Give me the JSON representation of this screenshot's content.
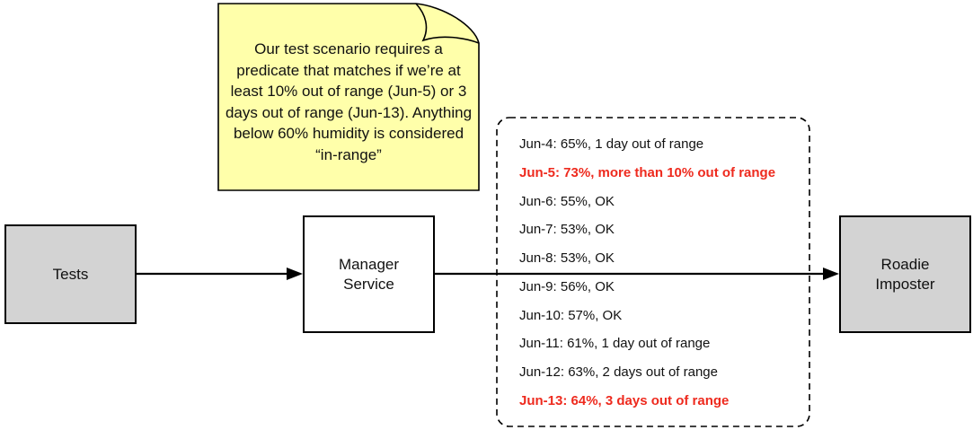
{
  "nodes": {
    "tests": {
      "label": "Tests"
    },
    "manager": {
      "label": "Manager\nService"
    },
    "roadie": {
      "label": "Roadie\nImposter"
    }
  },
  "note": {
    "text": "Our test scenario requires a predicate that matches if we’re at least 10% out of range (Jun-5) or 3 days out of range (Jun-13). Anything below 60% humidity is considered “in-range”"
  },
  "readings": [
    {
      "text": "Jun-4: 65%, 1 day out of range",
      "alert": false
    },
    {
      "text": "Jun-5: 73%, more than 10% out of range",
      "alert": true
    },
    {
      "text": "Jun-6: 55%, OK",
      "alert": false
    },
    {
      "text": "Jun-7: 53%, OK",
      "alert": false
    },
    {
      "text": "Jun-8: 53%, OK",
      "alert": false
    },
    {
      "text": "Jun-9: 56%, OK",
      "alert": false
    },
    {
      "text": "Jun-10: 57%, OK",
      "alert": false
    },
    {
      "text": "Jun-11: 61%, 1 day out of range",
      "alert": false
    },
    {
      "text": "Jun-12: 63%, 2 days out of range",
      "alert": false
    },
    {
      "text": "Jun-13: 64%, 3 days out of range",
      "alert": true
    }
  ],
  "colors": {
    "node_gray": "#d3d3d3",
    "note_fill": "#ffffaa",
    "alert_red": "#ee2a1e"
  }
}
